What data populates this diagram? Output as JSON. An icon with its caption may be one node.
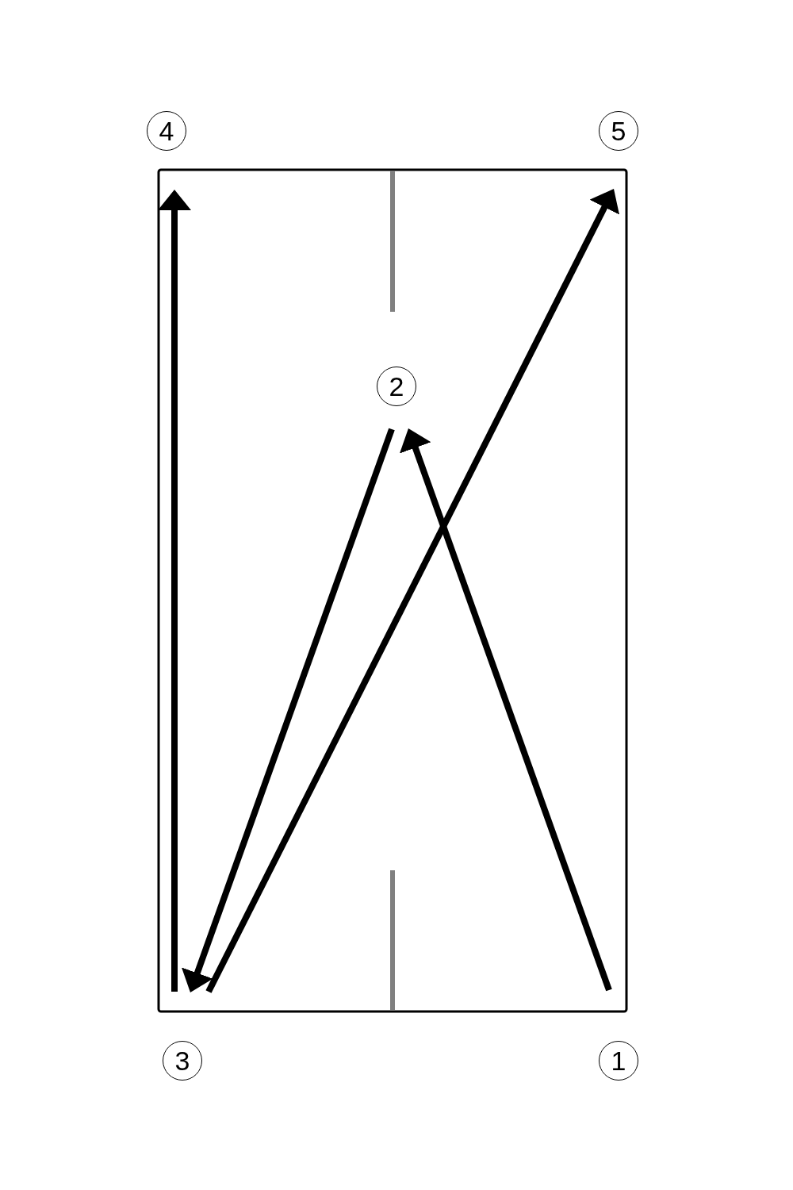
{
  "diagram": {
    "nodes": [
      {
        "text": [
          "4"
        ]
      },
      {
        "text": [
          "5"
        ]
      },
      {
        "text": [
          "2"
        ]
      },
      {
        "text": [
          "3"
        ]
      },
      {
        "text": [
          "1"
        ]
      }
    ],
    "edges": [
      {
        "from": 4,
        "to": 2,
        "arrow": "to"
      },
      {
        "from": 2,
        "to": 3,
        "arrow": "to"
      },
      {
        "from": 3,
        "to": 0,
        "arrow": "to"
      },
      {
        "from": 3,
        "to": 1,
        "arrow": "to"
      }
    ]
  }
}
